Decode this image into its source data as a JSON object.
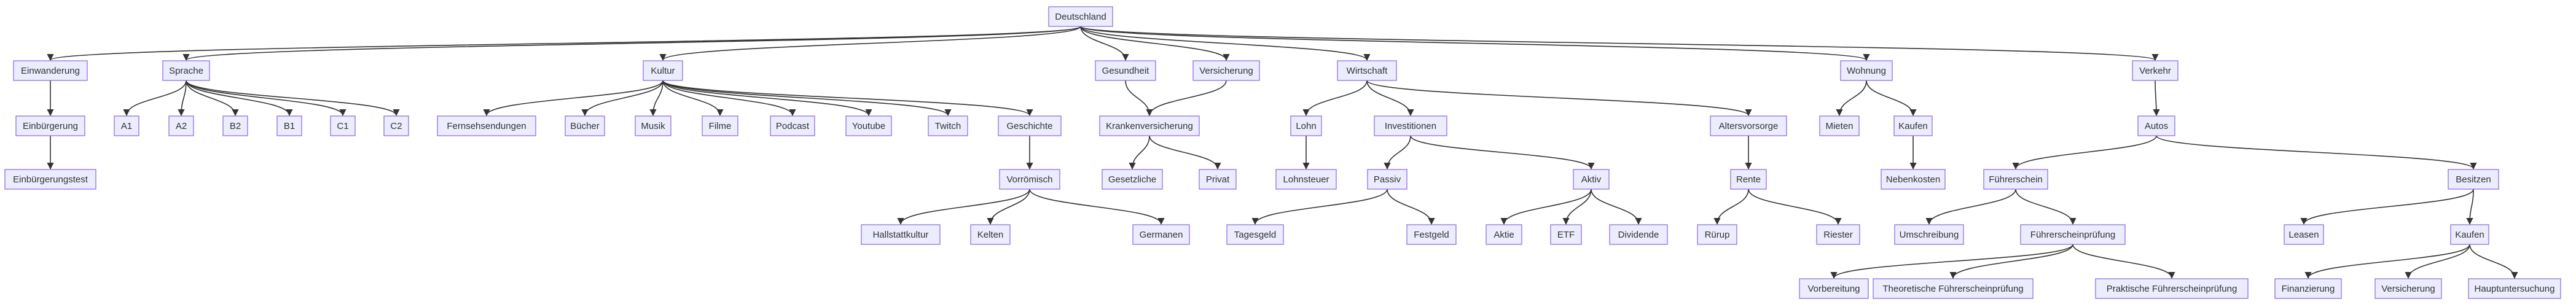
{
  "nodes": {
    "deutschland": "Deutschland",
    "einwanderung": "Einwanderung",
    "einbuergerung": "Einbürgerung",
    "einbuergerungstest": "Einbürgerungstest",
    "sprache": "Sprache",
    "a1": "A1",
    "a2": "A2",
    "b2": "B2",
    "b1": "B1",
    "c1": "C1",
    "c2": "C2",
    "kultur": "Kultur",
    "fernsehsendungen": "Fernsehsendungen",
    "buecher": "Bücher",
    "musik": "Musik",
    "filme": "Filme",
    "podcast": "Podcast",
    "youtube": "Youtube",
    "twitch": "Twitch",
    "geschichte": "Geschichte",
    "vorroemisch": "Vorrömisch",
    "hallstattkultur": "Hallstattkultur",
    "kelten": "Kelten",
    "germanen": "Germanen",
    "gesundheit": "Gesundheit",
    "versicherung": "Versicherung",
    "krankenversicherung": "Krankenversicherung",
    "gesetzliche": "Gesetzliche",
    "privat": "Privat",
    "wirtschaft": "Wirtschaft",
    "lohn": "Lohn",
    "lohnsteuer": "Lohnsteuer",
    "investitionen": "Investitionen",
    "passiv": "Passiv",
    "tagesgeld": "Tagesgeld",
    "festgeld": "Festgeld",
    "aktiv": "Aktiv",
    "aktie": "Aktie",
    "etf": "ETF",
    "dividende": "Dividende",
    "altersvorsorge": "Altersvorsorge",
    "rente": "Rente",
    "ruerup": "Rürup",
    "riester": "Riester",
    "wohnung": "Wohnung",
    "mieten": "Mieten",
    "kaufen_wohnung": "Kaufen",
    "nebenkosten": "Nebenkosten",
    "verkehr": "Verkehr",
    "autos": "Autos",
    "fuehrerschein": "Führerschein",
    "umschreibung": "Umschreibung",
    "fuehrerscheinpruefung": "Führerscheinprüfung",
    "vorbereitung": "Vorbereitung",
    "theoretische": "Theoretische Führerscheinprüfung",
    "praktische": "Praktische Führerscheinprüfung",
    "besitzen": "Besitzen",
    "leasen": "Leasen",
    "kaufen_auto": "Kaufen",
    "finanzierung": "Finanzierung",
    "versicherung_auto": "Versicherung",
    "hauptuntersuchung": "Hauptuntersuchung"
  },
  "edges": [
    [
      "deutschland",
      "einwanderung"
    ],
    [
      "deutschland",
      "sprache"
    ],
    [
      "deutschland",
      "kultur"
    ],
    [
      "deutschland",
      "gesundheit"
    ],
    [
      "deutschland",
      "versicherung"
    ],
    [
      "deutschland",
      "wirtschaft"
    ],
    [
      "deutschland",
      "wohnung"
    ],
    [
      "deutschland",
      "verkehr"
    ],
    [
      "einwanderung",
      "einbuergerung"
    ],
    [
      "einbuergerung",
      "einbuergerungstest"
    ],
    [
      "sprache",
      "a1"
    ],
    [
      "sprache",
      "a2"
    ],
    [
      "sprache",
      "b2"
    ],
    [
      "sprache",
      "b1"
    ],
    [
      "sprache",
      "c1"
    ],
    [
      "sprache",
      "c2"
    ],
    [
      "kultur",
      "fernsehsendungen"
    ],
    [
      "kultur",
      "buecher"
    ],
    [
      "kultur",
      "musik"
    ],
    [
      "kultur",
      "filme"
    ],
    [
      "kultur",
      "podcast"
    ],
    [
      "kultur",
      "youtube"
    ],
    [
      "kultur",
      "twitch"
    ],
    [
      "kultur",
      "geschichte"
    ],
    [
      "geschichte",
      "vorroemisch"
    ],
    [
      "vorroemisch",
      "hallstattkultur"
    ],
    [
      "vorroemisch",
      "kelten"
    ],
    [
      "vorroemisch",
      "germanen"
    ],
    [
      "gesundheit",
      "krankenversicherung"
    ],
    [
      "versicherung",
      "krankenversicherung"
    ],
    [
      "krankenversicherung",
      "gesetzliche"
    ],
    [
      "krankenversicherung",
      "privat"
    ],
    [
      "wirtschaft",
      "lohn"
    ],
    [
      "wirtschaft",
      "investitionen"
    ],
    [
      "wirtschaft",
      "altersvorsorge"
    ],
    [
      "lohn",
      "lohnsteuer"
    ],
    [
      "investitionen",
      "passiv"
    ],
    [
      "investitionen",
      "aktiv"
    ],
    [
      "passiv",
      "tagesgeld"
    ],
    [
      "passiv",
      "festgeld"
    ],
    [
      "aktiv",
      "aktie"
    ],
    [
      "aktiv",
      "etf"
    ],
    [
      "aktiv",
      "dividende"
    ],
    [
      "altersvorsorge",
      "rente"
    ],
    [
      "rente",
      "ruerup"
    ],
    [
      "rente",
      "riester"
    ],
    [
      "wohnung",
      "mieten"
    ],
    [
      "wohnung",
      "kaufen_wohnung"
    ],
    [
      "kaufen_wohnung",
      "nebenkosten"
    ],
    [
      "verkehr",
      "autos"
    ],
    [
      "autos",
      "fuehrerschein"
    ],
    [
      "autos",
      "besitzen"
    ],
    [
      "fuehrerschein",
      "umschreibung"
    ],
    [
      "fuehrerschein",
      "fuehrerscheinpruefung"
    ],
    [
      "fuehrerscheinpruefung",
      "vorbereitung"
    ],
    [
      "fuehrerscheinpruefung",
      "theoretische"
    ],
    [
      "fuehrerscheinpruefung",
      "praktische"
    ],
    [
      "besitzen",
      "leasen"
    ],
    [
      "besitzen",
      "kaufen_auto"
    ],
    [
      "kaufen_auto",
      "finanzierung"
    ],
    [
      "kaufen_auto",
      "versicherung_auto"
    ],
    [
      "kaufen_auto",
      "hauptuntersuchung"
    ]
  ],
  "colors": {
    "node_fill": "#ECECFF",
    "node_border": "#9370DB",
    "edge": "#333333",
    "text": "#333333"
  }
}
